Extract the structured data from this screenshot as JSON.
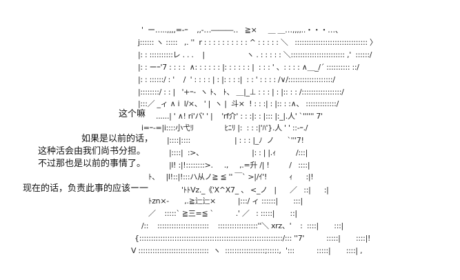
{
  "ascii_art": {
    "rows": [
      {
        "text": "'  ー…..,,,,=-ｰ    ,,-…―――‥   ≧×     ＿ ＿…,,,,..・・・…、",
        "speech": false
      },
      {
        "text": "j:::::: ヽ :::::   ,. ''  r : : : : : : : : : : ^ : : : : : ＼   ::::::::::::::::::::::::::::::: 〉",
        "speech": false
      },
      {
        "text": "|: : ::::::::::レ . . .    |                   ヽ . : : : : : ＼::::::::::::::::::::::: ,'  ::::::/",
        "speech": false
      },
      {
        "text": "|: : ーｰ'7 : : : :  ∧: : : : : : |: : : : : : |  : : : ' 、: : : : ∧＿_/´ :::::::::: ::/",
        "speech": false
      },
      {
        "text": "|: : ::::::/ : '    /  ' : : : : | : |: : : :|  : : ' : : : : /∨/:::::::::::::::::::/",
        "speech": false
      },
      {
        "text": "|::::::::/ : : |   '+ｰ-  ヽ ﾄ、 ﾄ、 ＿|_⊥ : : : | : |:: : : /:::::::::::::::::/",
        "speech": false
      },
      {
        "text": "|:::／ _ィ ∧ i  l/×、 ' |  ヽ |  斗×  ! : : :| : |:: : :∧、 :::::::::::::/",
        "speech": false
      },
      {
        "text": "这个嘛",
        "speech": true
      },
      {
        "text": "......| ' ∧! ri'バ' ' |    'rf介' : : :|: : |::: |:_|.人' `'''''' 7'",
        "speech": false
      },
      {
        "text": "i=ｰ-=|i::::小弋ﾘ              ﾋﾆﾘ |:  : : :|'ﾊ'}.人 ' ' ::-ｰ./",
        "speech": false
      },
      {
        "text": "如果是以前的话，",
        "speech": true
      },
      {
        "text": "|::::|::::                    | : : : |_ﾉ  ノ      `'''7!",
        "speech": false
      },
      {
        "text": "这种活会由我们尚书分担。",
        "speech": true
      },
      {
        "text": "|::::|  :>、                      |: : | |.ｨ         /:::|",
        "speech": false
      },
      {
        "text": "不过那也是以前的事情了。",
        "speech": true
      },
      {
        "text": "|l! :|!::::::::>.     .,     ,.=升 /| !         /   ::::|",
        "speech": false
      },
      {
        "text": "ﾄ、   |l!::|!:::ハ从ノ≧ ≦ '' ￣` >|/ｲ'!          ｨ      :|!",
        "speech": false
      },
      {
        "text": "现在的话，负责此事的应该ー一",
        "speech": true
      },
      {
        "text": "'ﾄﾄVz._《'X^X7_ 、 <_ノ   |      ／   ::|      :|",
        "speech": false
      },
      {
        "text": "ﾄzn×-       ,.≧辷辷×          |:::/ ィ ::::::|       :::|",
        "speech": false
      },
      {
        "text": "／    :::::` ≧三=≦ `          .' ／   : :::::|       ::|",
        "speech": false
      },
      {
        "text": "/::    ::::::::::::::::::::::    :::::::::::::::::''＼ xrz、'    :  ::::|       :::|",
        "speech": false
      },
      {
        "text": "{:::::::::::::::::::::::::::::::::::::::::::::::::::::::::::::/::: ''7'          :::::|       ::::|!",
        "speech": false
      },
      {
        "text": "V ::::::::::::::::::::::::::::::  ヽ  :::::::::::::::::;:::::,  ':::          :::::|       ::::| ,",
        "speech": false
      }
    ]
  }
}
